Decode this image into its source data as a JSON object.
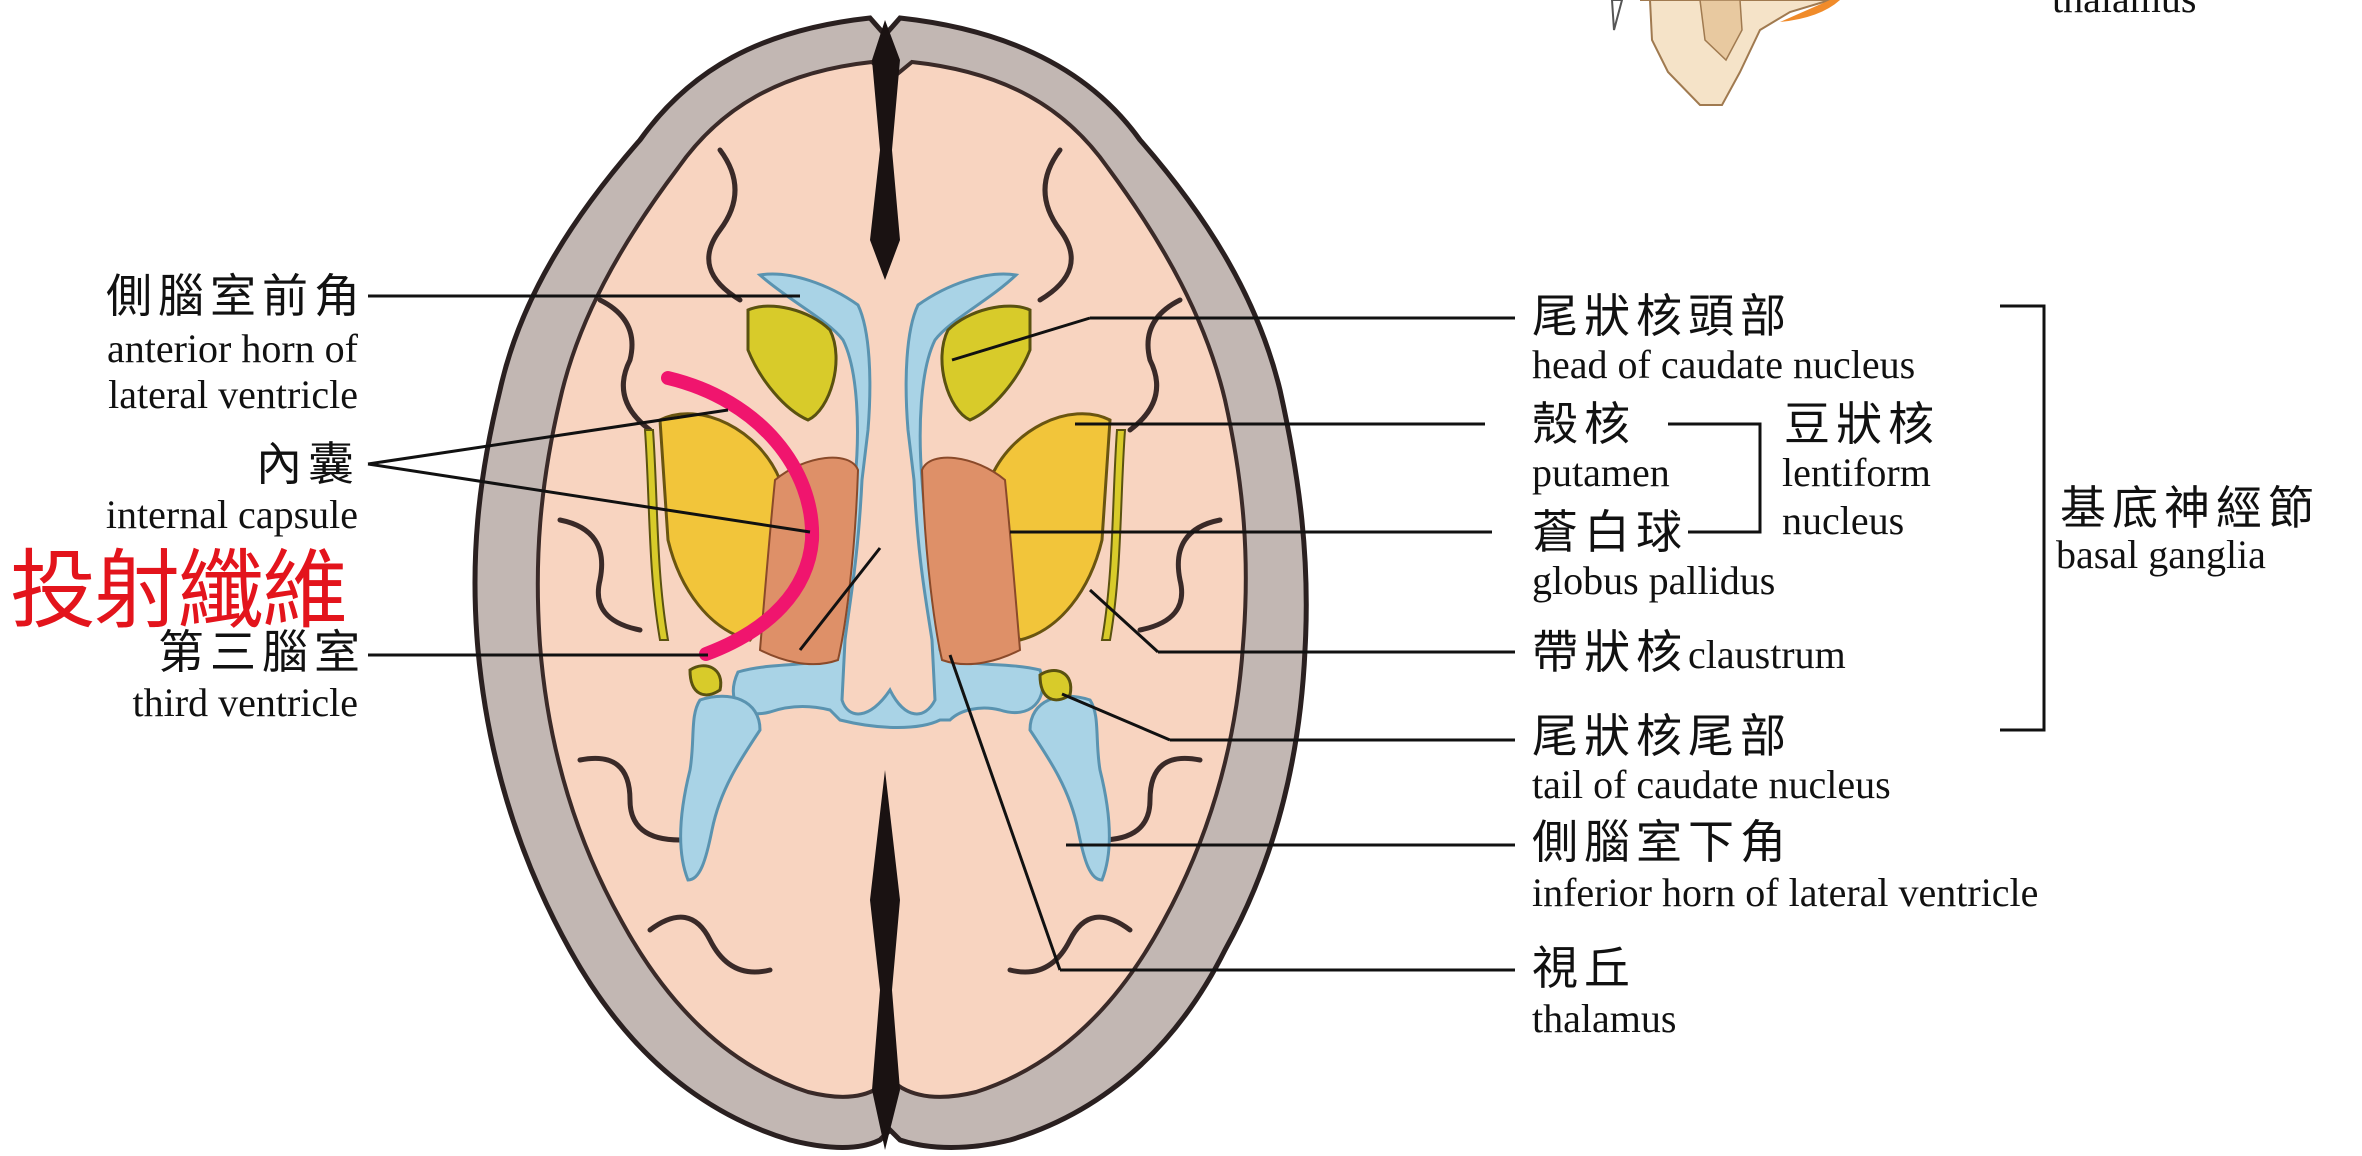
{
  "labels": {
    "anterior_horn": {
      "zh": "側腦室前角",
      "en1": "anterior horn of",
      "en2": "lateral ventricle"
    },
    "internal_capsule": {
      "zh": "內囊",
      "en": "internal capsule"
    },
    "projection_fibers": "投射纖維",
    "third_ventricle": {
      "zh": "第三腦室",
      "en": "third ventricle"
    },
    "head_caudate": {
      "zh": "尾狀核頭部",
      "en": "head of caudate nucleus"
    },
    "putamen": {
      "zh": "殼核",
      "en": "putamen"
    },
    "lentiform": {
      "zh": "豆狀核",
      "en1": "lentiform",
      "en2": "nucleus"
    },
    "globus_pallidus": {
      "zh": "蒼白球",
      "en": "globus pallidus"
    },
    "claustrum": {
      "zh": "帶狀核",
      "en": "claustrum"
    },
    "tail_caudate": {
      "zh": "尾狀核尾部",
      "en": "tail of caudate  nucleus"
    },
    "inferior_horn": {
      "zh": "側腦室下角",
      "en": "inferior horn of lateral ventricle"
    },
    "thalamus": {
      "zh": "視丘",
      "en": "thalamus"
    },
    "basal_ganglia": {
      "zh": "基底神經節",
      "en": "basal ganglia"
    },
    "top_cropped": "thalamus"
  },
  "colors": {
    "brain_fill": "#f8d4c0",
    "cortex_gray": "#b9aeaa",
    "ventricle_blue": "#a9d3e6",
    "caudate_yellow": "#d8cb2a",
    "putamen_yellow": "#f2c53a",
    "thalamus_orange": "#de9068",
    "highlight_red": "#e3141c",
    "arc_pink": "#f0156e"
  }
}
